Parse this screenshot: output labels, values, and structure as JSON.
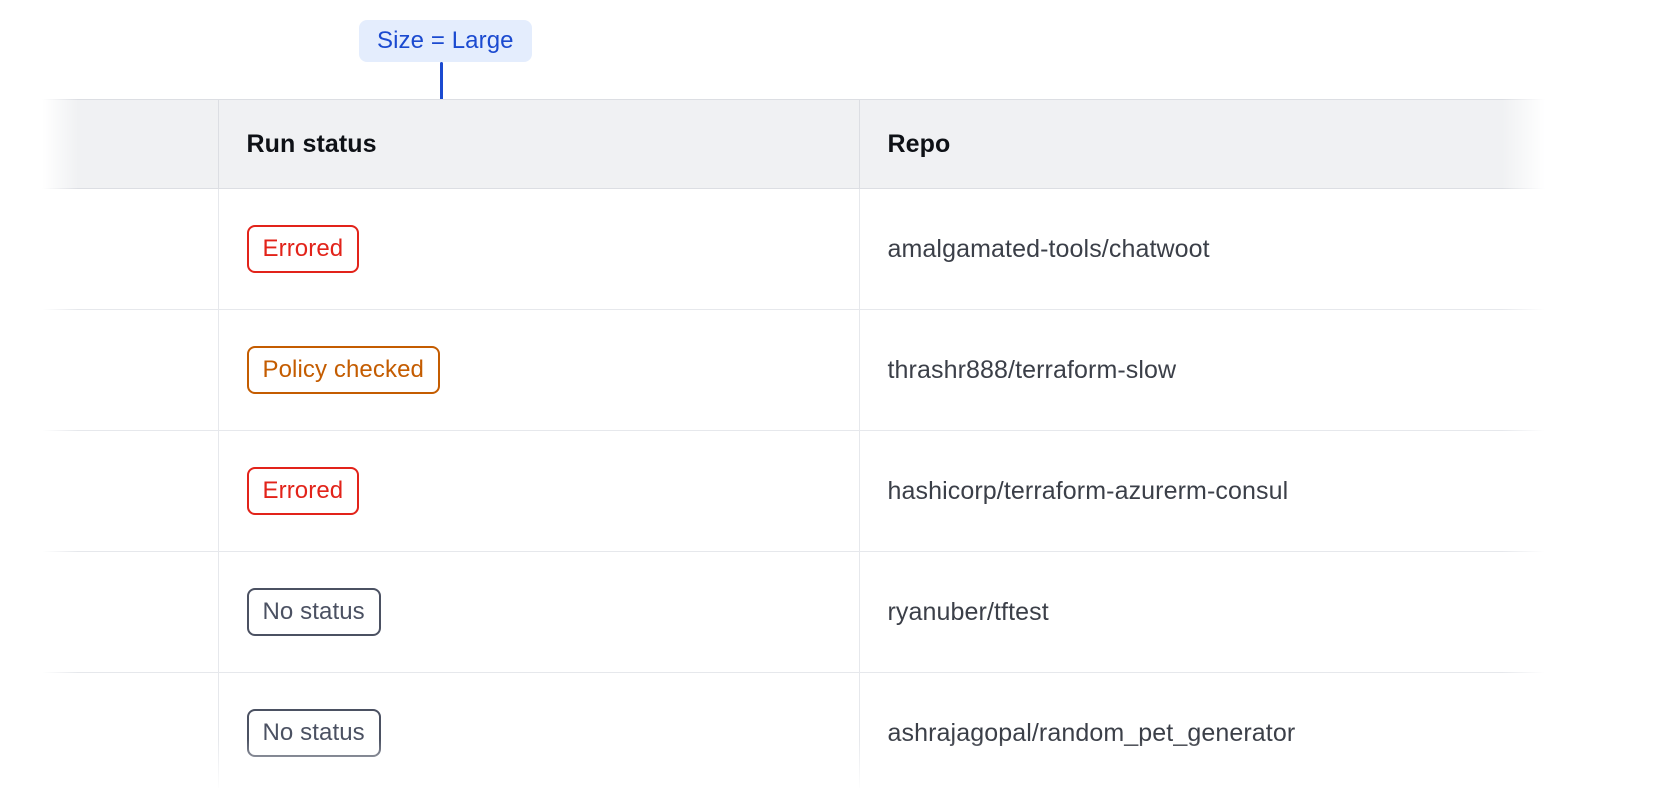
{
  "annotation": {
    "label": "Size = Large",
    "accent_color": "#1b4ad0",
    "background_color": "#e4edfd",
    "connector": "vertical-line-with-dot"
  },
  "table": {
    "columns": [
      {
        "key": "select",
        "label": ""
      },
      {
        "key": "status",
        "label": "Run status"
      },
      {
        "key": "repo",
        "label": "Repo"
      },
      {
        "key": "extra",
        "label": ""
      }
    ],
    "header_background": "#f0f1f3",
    "status_colors": {
      "errored": "#e2231a",
      "policy_checked": "#c45c00",
      "no_status": "#4b5162"
    },
    "rows": [
      {
        "status": "Errored",
        "status_kind": "errored",
        "repo": "amalgamated-tools/chatwoot",
        "faded": false
      },
      {
        "status": "Policy checked",
        "status_kind": "policy-checked",
        "repo": "thrashr888/terraform-slow",
        "faded": false
      },
      {
        "status": "Errored",
        "status_kind": "errored",
        "repo": "hashicorp/terraform-azurerm-consul",
        "faded": false
      },
      {
        "status": "No status",
        "status_kind": "no-status",
        "repo": "ryanuber/tftest",
        "faded": false
      },
      {
        "status": "No status",
        "status_kind": "no-status",
        "repo": "ashrajagopal/random_pet_generator",
        "faded": true
      }
    ]
  }
}
